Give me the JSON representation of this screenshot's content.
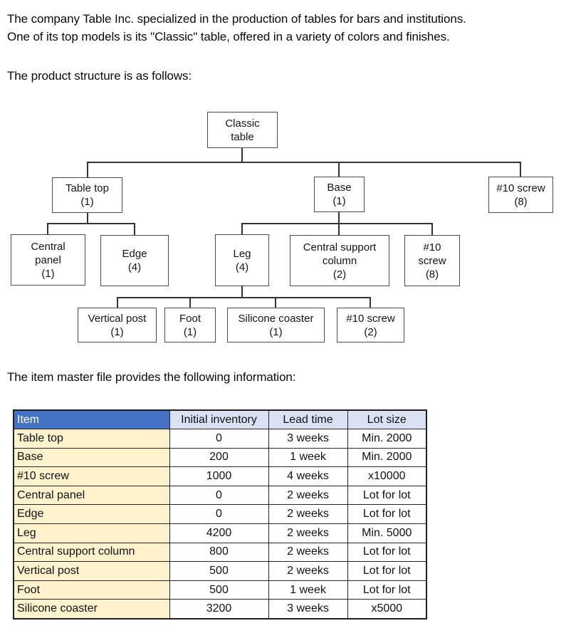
{
  "intro": {
    "paragraph1": "The company Table Inc. specialized in the production of tables for bars and institutions.\nOne of its top models is its \"Classic\" table, offered in a variety of colors and finishes.",
    "paragraph2": "The product structure is as follows:",
    "paragraph3": "The item master file provides the following information:"
  },
  "diagram": {
    "nodes": [
      {
        "id": "classic-table",
        "lines": [
          "Classic",
          "table"
        ]
      },
      {
        "id": "table-top",
        "lines": [
          "Table top",
          "(1)"
        ]
      },
      {
        "id": "base",
        "lines": [
          "Base",
          "(1)"
        ]
      },
      {
        "id": "screw10-level1",
        "lines": [
          "#10 screw",
          "(8)"
        ]
      },
      {
        "id": "central-panel",
        "lines": [
          "Central",
          "panel",
          "(1)"
        ]
      },
      {
        "id": "edge",
        "lines": [
          "Edge",
          "(4)"
        ]
      },
      {
        "id": "leg",
        "lines": [
          "Leg",
          "(4)"
        ]
      },
      {
        "id": "central-support-column",
        "lines": [
          "Central support",
          "column",
          "(2)"
        ]
      },
      {
        "id": "screw10-level2",
        "lines": [
          "#10",
          "screw",
          "(8)"
        ]
      },
      {
        "id": "vertical-post",
        "lines": [
          "Vertical post",
          "(1)"
        ]
      },
      {
        "id": "foot",
        "lines": [
          "Foot",
          "(1)"
        ]
      },
      {
        "id": "silicone-coaster",
        "lines": [
          "Silicone coaster",
          "(1)"
        ]
      },
      {
        "id": "screw10-level3",
        "lines": [
          "#10 screw",
          "(2)"
        ]
      }
    ]
  },
  "item_table": {
    "headers": [
      "Item",
      "Initial inventory",
      "Lead time",
      "Lot size"
    ],
    "rows": [
      [
        "Table top",
        "0",
        "3 weeks",
        "Min. 2000"
      ],
      [
        "Base",
        "200",
        "1 week",
        "Min. 2000"
      ],
      [
        "#10 screw",
        "1000",
        "4 weeks",
        "x10000"
      ],
      [
        "Central panel",
        "0",
        "2 weeks",
        "Lot for lot"
      ],
      [
        "Edge",
        "0",
        "2 weeks",
        "Lot for lot"
      ],
      [
        "Leg",
        "4200",
        "2 weeks",
        "Min. 5000"
      ],
      [
        "Central support column",
        "800",
        "2 weeks",
        "Lot for lot"
      ],
      [
        "Vertical post",
        "500",
        "2 weeks",
        "Lot for lot"
      ],
      [
        "Foot",
        "500",
        "1 week",
        "Lot for lot"
      ],
      [
        "Silicone coaster",
        "3200",
        "3 weeks",
        "x5000"
      ]
    ],
    "colors": {
      "header_item_bg": "#4472C4",
      "header_item_text": "#FFFFFF",
      "header_other_bg": "#D9E1F2",
      "header_other_text": "#111111",
      "item_col_bg": "#FFF2CC",
      "data_bg": "#FFFFFF"
    }
  }
}
